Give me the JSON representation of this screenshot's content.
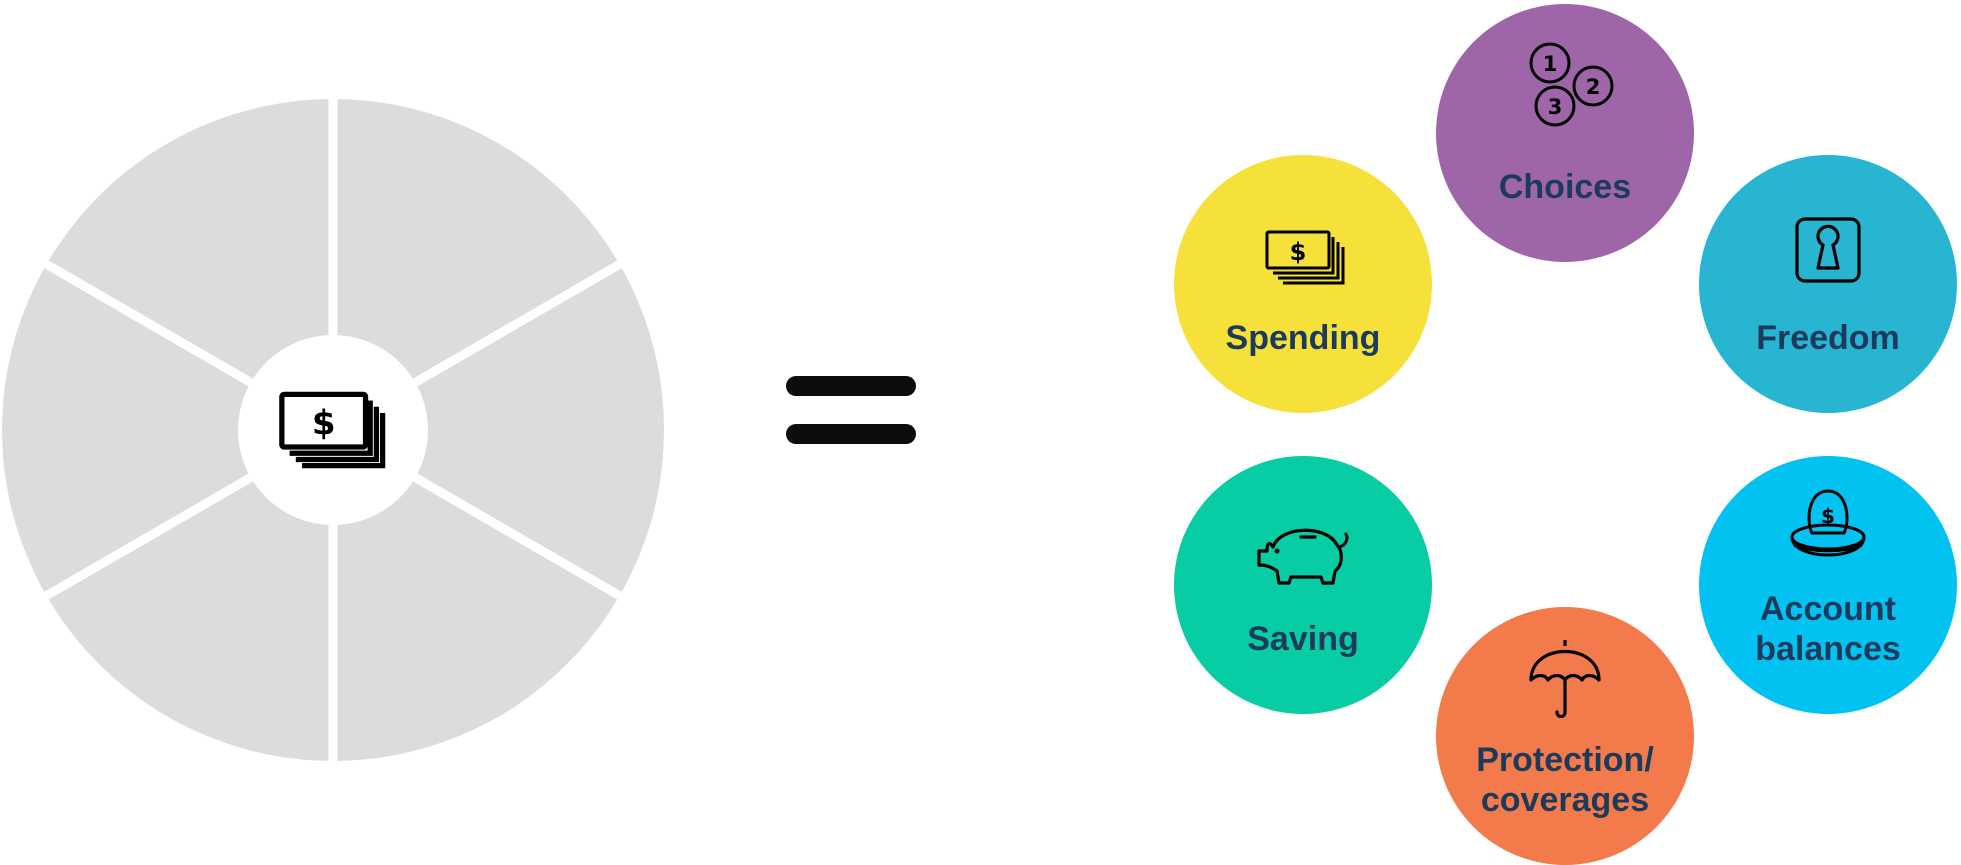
{
  "colors": {
    "wheel_segment": "#dcdcdc",
    "wheel_gap": "#ffffff",
    "equals": "#0d0d0d",
    "label_text": "#1b3a5c"
  },
  "equals_icon": "equals-sign",
  "center_icon": "money-stack-icon",
  "circles": [
    {
      "id": "choices",
      "label_lines": [
        "Choices"
      ],
      "color": "#9e66a8",
      "icon": "numbered-choices-icon"
    },
    {
      "id": "spending",
      "label_lines": [
        "Spending"
      ],
      "color": "#f6e03a",
      "icon": "money-stack-icon"
    },
    {
      "id": "freedom",
      "label_lines": [
        "Freedom"
      ],
      "color": "#27b5d1",
      "icon": "keyhole-lock-icon"
    },
    {
      "id": "saving",
      "label_lines": [
        "Saving"
      ],
      "color": "#08cca3",
      "icon": "piggy-bank-icon"
    },
    {
      "id": "account-balances",
      "label_lines": [
        "Account",
        "balances"
      ],
      "color": "#02c2f2",
      "icon": "nest-egg-icon"
    },
    {
      "id": "protection",
      "label_lines": [
        "Protection/",
        "coverages"
      ],
      "color": "#f37a4a",
      "icon": "umbrella-icon"
    }
  ]
}
